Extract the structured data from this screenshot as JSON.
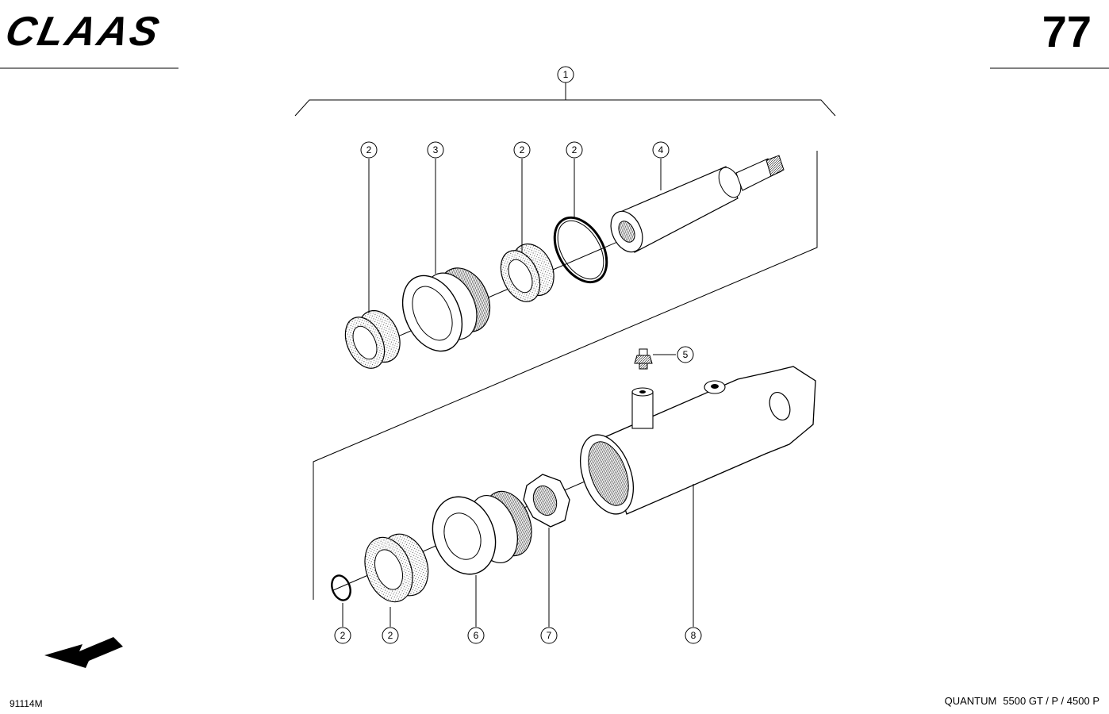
{
  "header": {
    "brand": "CLAAS",
    "page_number": "77"
  },
  "footer": {
    "drawing_code": "91114M",
    "model_name": "QUANTUM",
    "model_variants": "5500 GT / P / 4500 P"
  },
  "callouts": [
    {
      "id": "assembly",
      "label": "1"
    },
    {
      "id": "upper-wiper",
      "label": "2"
    },
    {
      "id": "guide-bush",
      "label": "3"
    },
    {
      "id": "upper-seal",
      "label": "2"
    },
    {
      "id": "upper-oring",
      "label": "2"
    },
    {
      "id": "piston-rod",
      "label": "4"
    },
    {
      "id": "grease-nipple",
      "label": "5"
    },
    {
      "id": "lower-small-oring",
      "label": "2"
    },
    {
      "id": "lower-seal",
      "label": "2"
    },
    {
      "id": "piston",
      "label": "6"
    },
    {
      "id": "nut",
      "label": "7"
    },
    {
      "id": "cylinder-tube",
      "label": "8"
    }
  ],
  "icons": {
    "direction_arrow": "arrow-down-left-icon"
  }
}
